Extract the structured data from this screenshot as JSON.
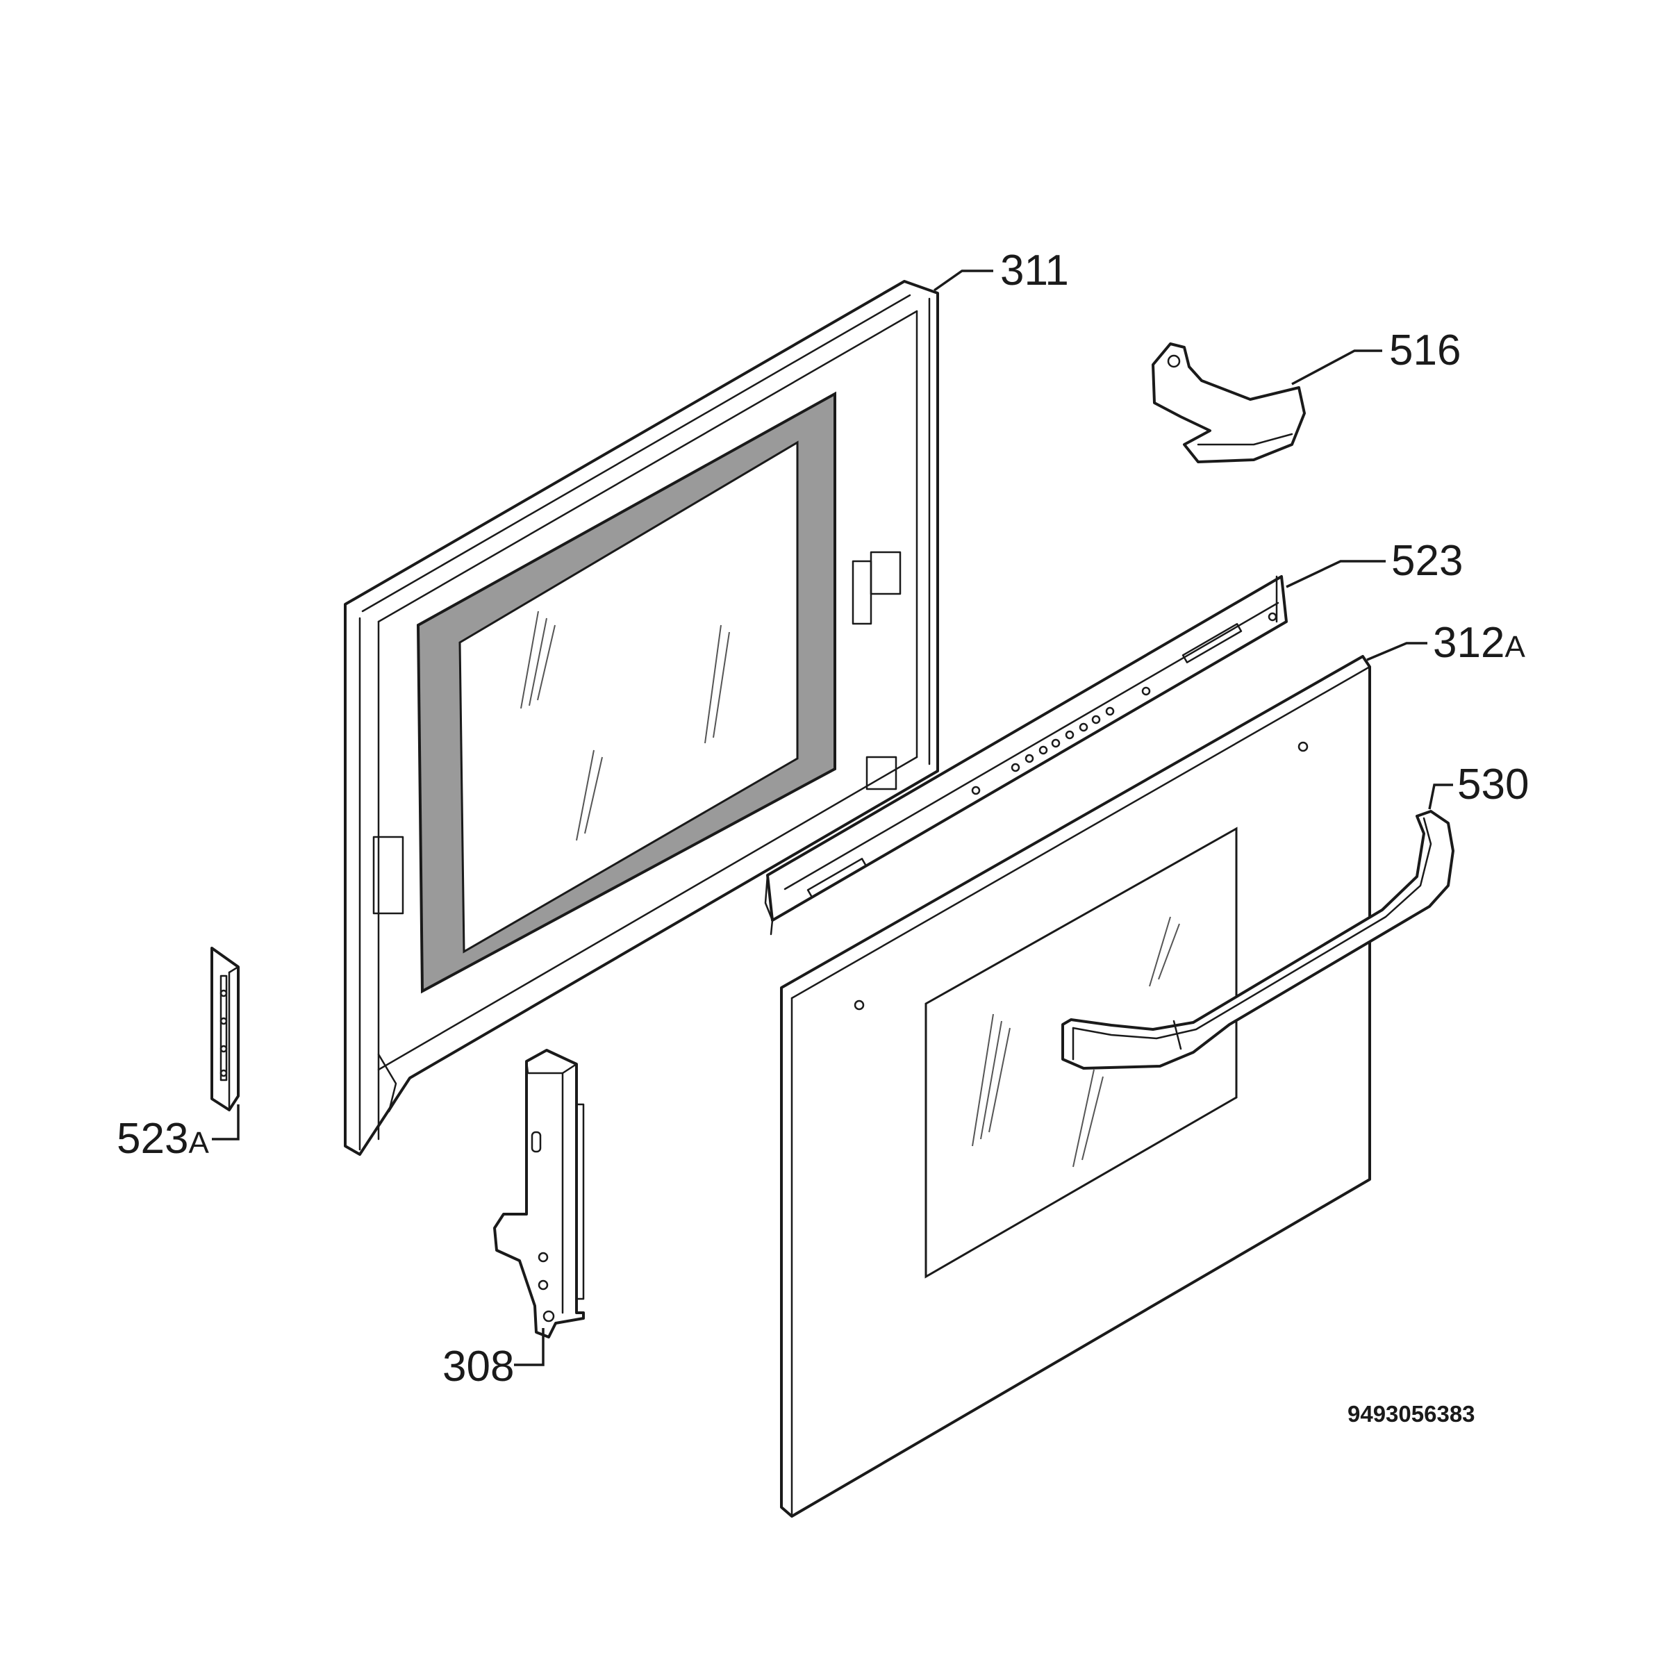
{
  "callouts": {
    "inner_door": {
      "num": "311",
      "suffix": ""
    },
    "hinge_cover": {
      "num": "516",
      "suffix": ""
    },
    "top_trim": {
      "num": "523",
      "suffix": ""
    },
    "outer_glass": {
      "num": "312",
      "suffix": "A"
    },
    "handle": {
      "num": "530",
      "suffix": ""
    },
    "side_trim": {
      "num": "523",
      "suffix": "A"
    },
    "hinge": {
      "num": "308",
      "suffix": ""
    }
  },
  "document_id": "9493056383",
  "colors": {
    "line": "#1a1a1a",
    "gasket": "#9a9a9a",
    "background": "#ffffff"
  }
}
